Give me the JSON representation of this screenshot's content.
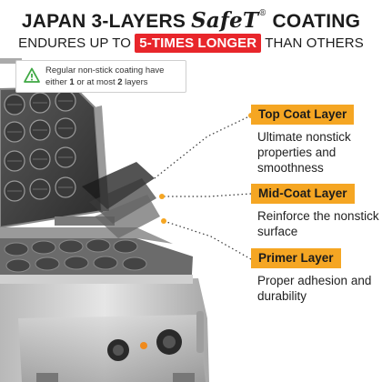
{
  "headline": {
    "prefix": "JAPAN 3-LAYERS",
    "brand": "SafeT",
    "reg": "®",
    "suffix": "COATING"
  },
  "subline": {
    "before": "ENDURES UP TO",
    "highlight": "5-TIMES LONGER",
    "after": "THAN OTHERS"
  },
  "note": {
    "icon": "warning-icon",
    "text_1": "Regular non-stick coating have either ",
    "n1": "1",
    "text_2": " or at most ",
    "n2": "2",
    "text_3": " layers"
  },
  "layers": [
    {
      "title": "Top Coat Layer",
      "desc": "Ultimate nonstick properties and smoothness"
    },
    {
      "title": "Mid-Coat Layer",
      "desc": "Reinforce the nonstick surface"
    },
    {
      "title": "Primer Layer",
      "desc": "Proper adhesion and durability"
    }
  ],
  "colors": {
    "accent": "#f5a623",
    "highlight": "#e8262b",
    "text": "#1c1c1c",
    "warning": "#3ea843"
  }
}
